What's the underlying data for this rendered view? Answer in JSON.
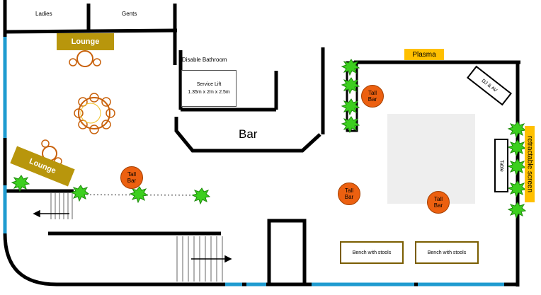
{
  "labels": {
    "ladies": "Ladies",
    "gents": "Gents",
    "disable_bathroom": "Disable Bathroom",
    "service_lift_line1": "Service Lift",
    "service_lift_line2": "1.35m x 2m x 2.5m",
    "bar": "Bar",
    "lounge_top": "Lounge",
    "lounge_left": "Lounge",
    "plasma": "Plasma",
    "dj_av": "DJ & AV",
    "retractable_screen": "retractable screen",
    "table": "Table",
    "tall_bar_line1": "Tall",
    "tall_bar_line2": "Bar",
    "bench_left": "Bench with stools",
    "bench_right": "Bench with stools"
  },
  "colors": {
    "wall": "#000000",
    "window": "#1f9bd0",
    "lounge": "#b8960c",
    "tall_bar": "#ec6010",
    "table_ring": "#c8600a",
    "screen": "#ffc000",
    "plant": "#3ccf1e",
    "dance_floor": "#eeeeee"
  },
  "icons": [
    "plant-icon",
    "arrow-left-icon",
    "arrow-right-icon",
    "chair-icon"
  ]
}
